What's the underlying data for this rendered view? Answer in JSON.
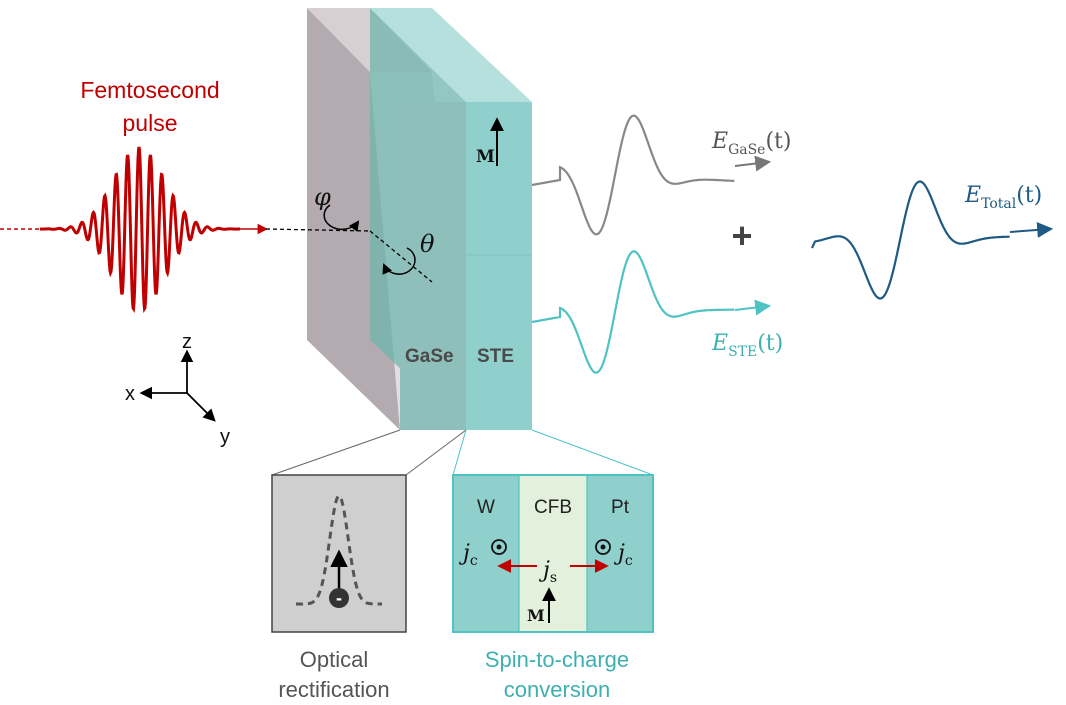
{
  "pulse": {
    "label_line1": "Femtosecond",
    "label_line2": "pulse"
  },
  "angles": {
    "phi": "φ",
    "theta": "θ"
  },
  "layers": {
    "gase": "GaSe",
    "ste": "STE",
    "magnetization": "M"
  },
  "axes": {
    "x": "x",
    "y": "y",
    "z": "z"
  },
  "emissions": {
    "gase_field": {
      "symbol": "E",
      "sub": "GaSe",
      "arg": "(t)"
    },
    "ste_field": {
      "symbol": "E",
      "sub": "STE",
      "arg": "(t)"
    },
    "total_field": {
      "symbol": "E",
      "sub": "Total",
      "arg": "(t)"
    },
    "plus": "+"
  },
  "inset_or": {
    "caption_line1": "Optical",
    "caption_line2": "rectification",
    "charge": "-"
  },
  "inset_ste": {
    "layer_w": "W",
    "layer_cfb": "CFB",
    "layer_pt": "Pt",
    "jc_symbol": "j",
    "jc_sub": "c",
    "js_symbol": "j",
    "js_sub": "s",
    "magnetization": "M",
    "caption_line1": "Spin-to-charge",
    "caption_line2": "conversion"
  },
  "colors": {
    "pulse": "#c00000",
    "gase_wave": "#888888",
    "ste_wave": "#4fc3c3",
    "total_wave": "#1f5a85",
    "slab_gray": "#b3abb0",
    "slab_teal": "#8fd0cc",
    "arrow_red": "#c00000"
  }
}
